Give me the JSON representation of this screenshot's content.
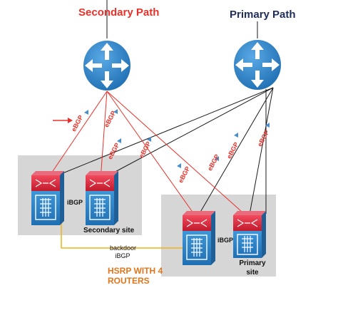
{
  "titles": {
    "secondary": "Secondary Path",
    "primary": "Primary Path"
  },
  "sites": {
    "secondary": "Secondary site",
    "primary": "Primary site"
  },
  "links": {
    "ibgp": "iBGP",
    "ebgp": "eBGP",
    "backdoor": "backdoor iBGP"
  },
  "annotation": "HSRP WITH 4 ROUTERS",
  "colors": {
    "ebgp_link": "#e8312a",
    "primary_link": "#1a1a1a",
    "router": "#2f86c9",
    "backdoor_link": "#f2b21b",
    "site_box": "#d6d6d6",
    "switch_top": "#d9243a",
    "switch_bottom": "#2f86c9",
    "primary_title": "#1f2d5c",
    "annotation": "#e0761c"
  }
}
